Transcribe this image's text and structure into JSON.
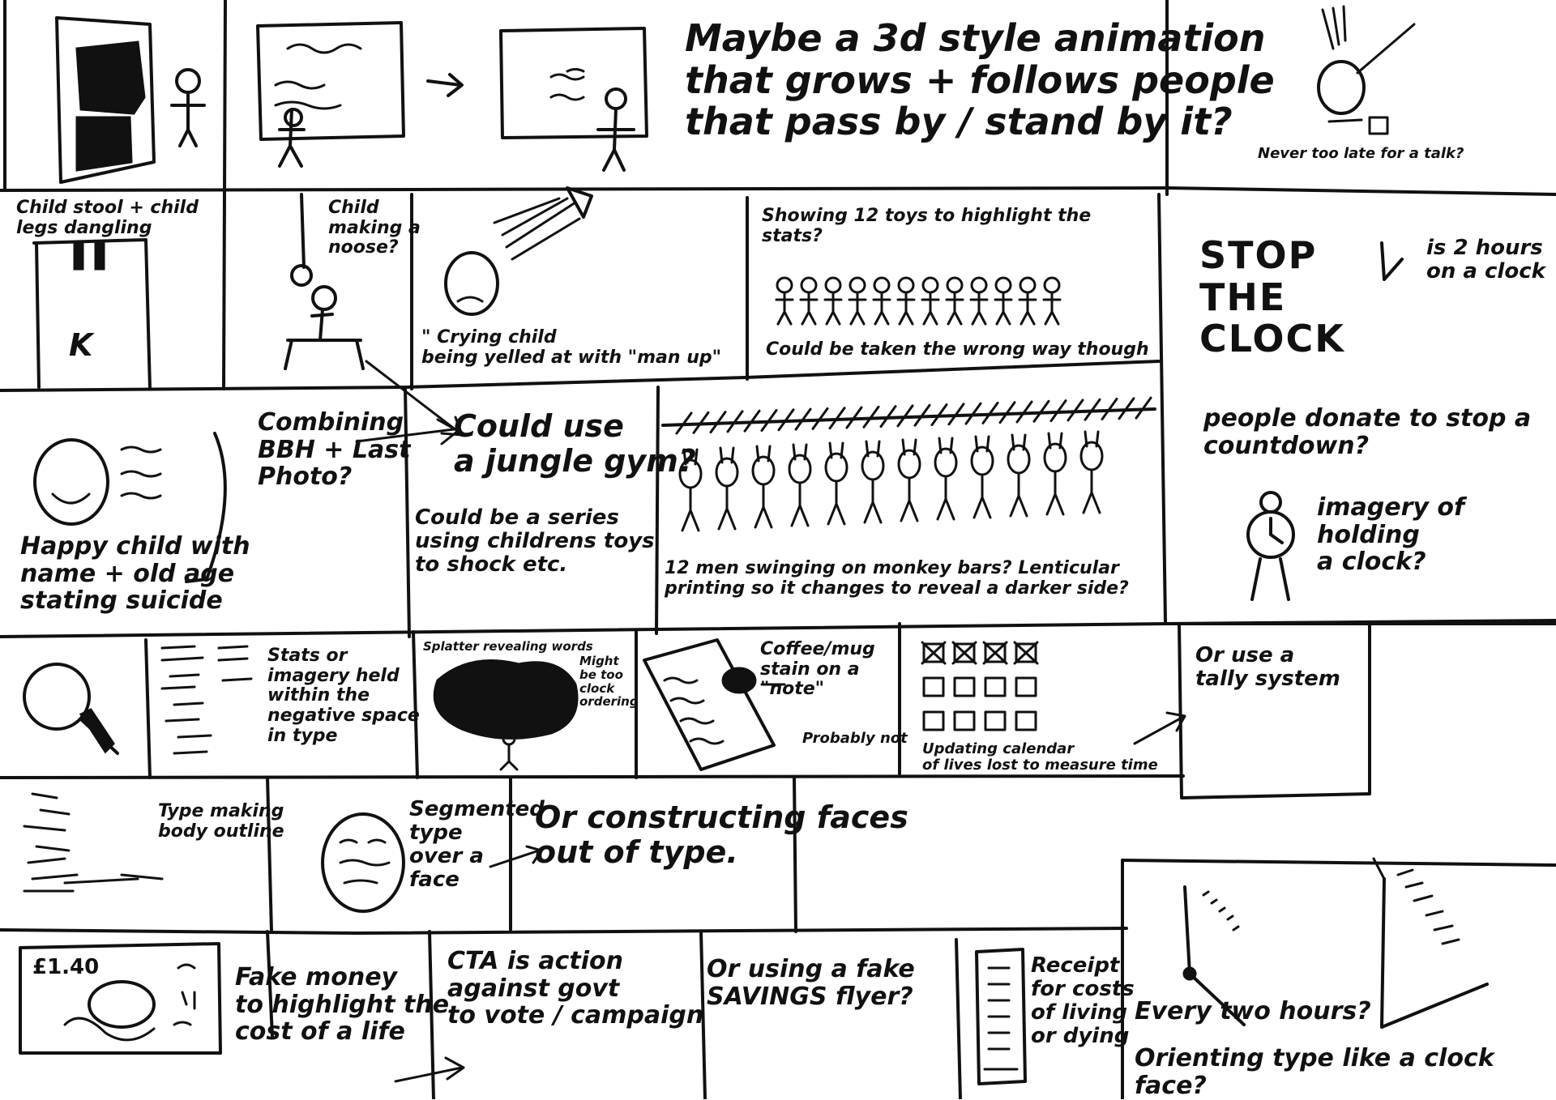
{
  "panels": {
    "anim": "Maybe a 3d style animation\nthat grows + follows people\nthat pass by / stand by it?",
    "late": "Never too late for a talk?",
    "stool": "Child stool + child\nlegs dangling",
    "stool_letter": "K",
    "noose": "Child\nmaking a\nnoose?",
    "crying": "\" Crying child\nbeing yelled at with \"man up\"",
    "toys_top": "Showing 12 toys to highlight the\nstats?",
    "toys_bottom": "Could be taken the wrong way though",
    "stop": "STOP\nTHE\nCLOCK",
    "two_hours": "is 2 hours\non a clock",
    "donate": "people donate to stop a\ncountdown?",
    "holding_clock": "imagery of holding\na clock?",
    "happy": "Happy child with\nname + old age\nstating suicide",
    "combining": "Combining\nBBH + Last\nPhoto?",
    "jungle_gym": "Could use\na jungle gym?",
    "series": "Could be a series\nusing childrens toys\nto shock etc.",
    "monkey_bars": "12 men swinging on monkey bars? Lenticular\nprinting so it changes to reveal a darker side?",
    "negative": "Stats or\nimagery held\nwithin the\nnegative space\nin type",
    "splatter": "Splatter revealing words",
    "clock_ordering": "Might\nbe too\nclock\nordering",
    "coffee": "Coffee/mug\nstain on a\n\"note\"",
    "probably_not": "Probably not",
    "calendar": "Updating calendar\nof lives lost to measure time",
    "tally": "Or use a\ntally system",
    "type_body": "Type making\nbody outline",
    "segmented": "Segmented\ntype\nover a\nface",
    "faces": "Or constructing faces\nout of type.",
    "price": "£1.40",
    "fake_money": "Fake money\nto highlight the\ncost of a life",
    "cta": "CTA is action\nagainst govt\nto vote / campaign",
    "savings": "Or using a fake\nSAVINGS flyer?",
    "receipt": "Receipt\nfor costs\nof living\nor dying",
    "every_two": "Every two hours?",
    "orienting": "Orienting type like a clock face?"
  }
}
